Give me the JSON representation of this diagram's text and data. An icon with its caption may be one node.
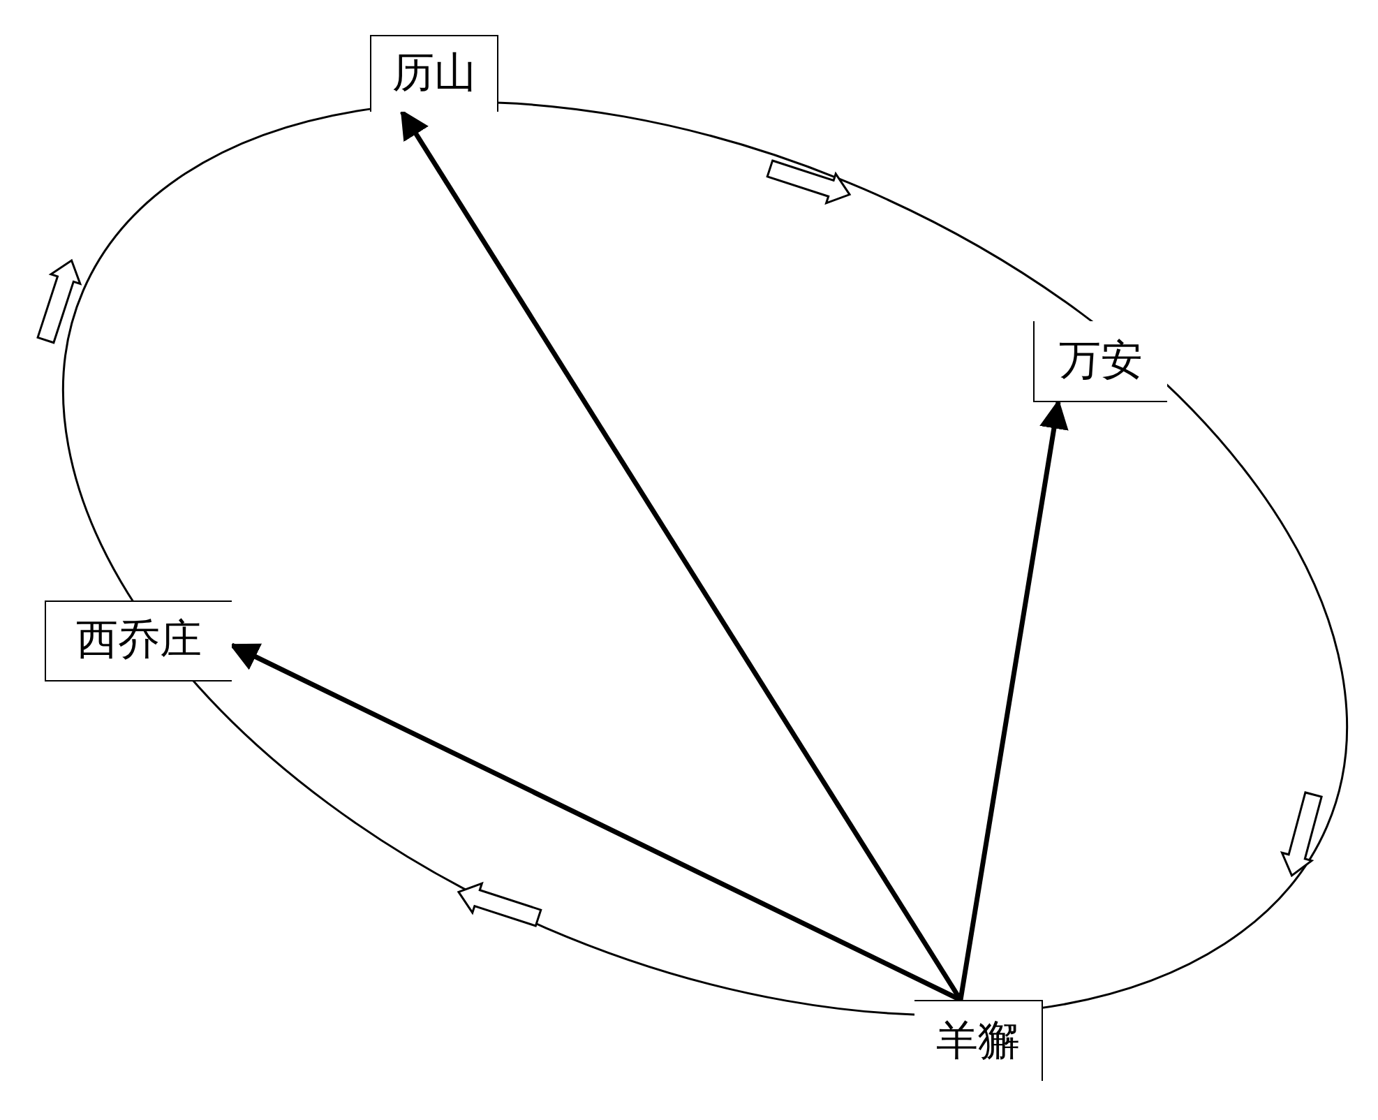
{
  "diagram": {
    "nodes": [
      {
        "text": [
          "历山"
        ]
      },
      {
        "text": [
          "万安"
        ]
      },
      {
        "text": [
          "西乔庄"
        ]
      },
      {
        "text": [
          "羊獬"
        ]
      }
    ],
    "edges": [
      {
        "from": 3,
        "to": 0,
        "arrow": "to"
      },
      {
        "from": 3,
        "to": 1,
        "arrow": "to"
      },
      {
        "from": 3,
        "to": 2,
        "arrow": "to"
      }
    ]
  }
}
